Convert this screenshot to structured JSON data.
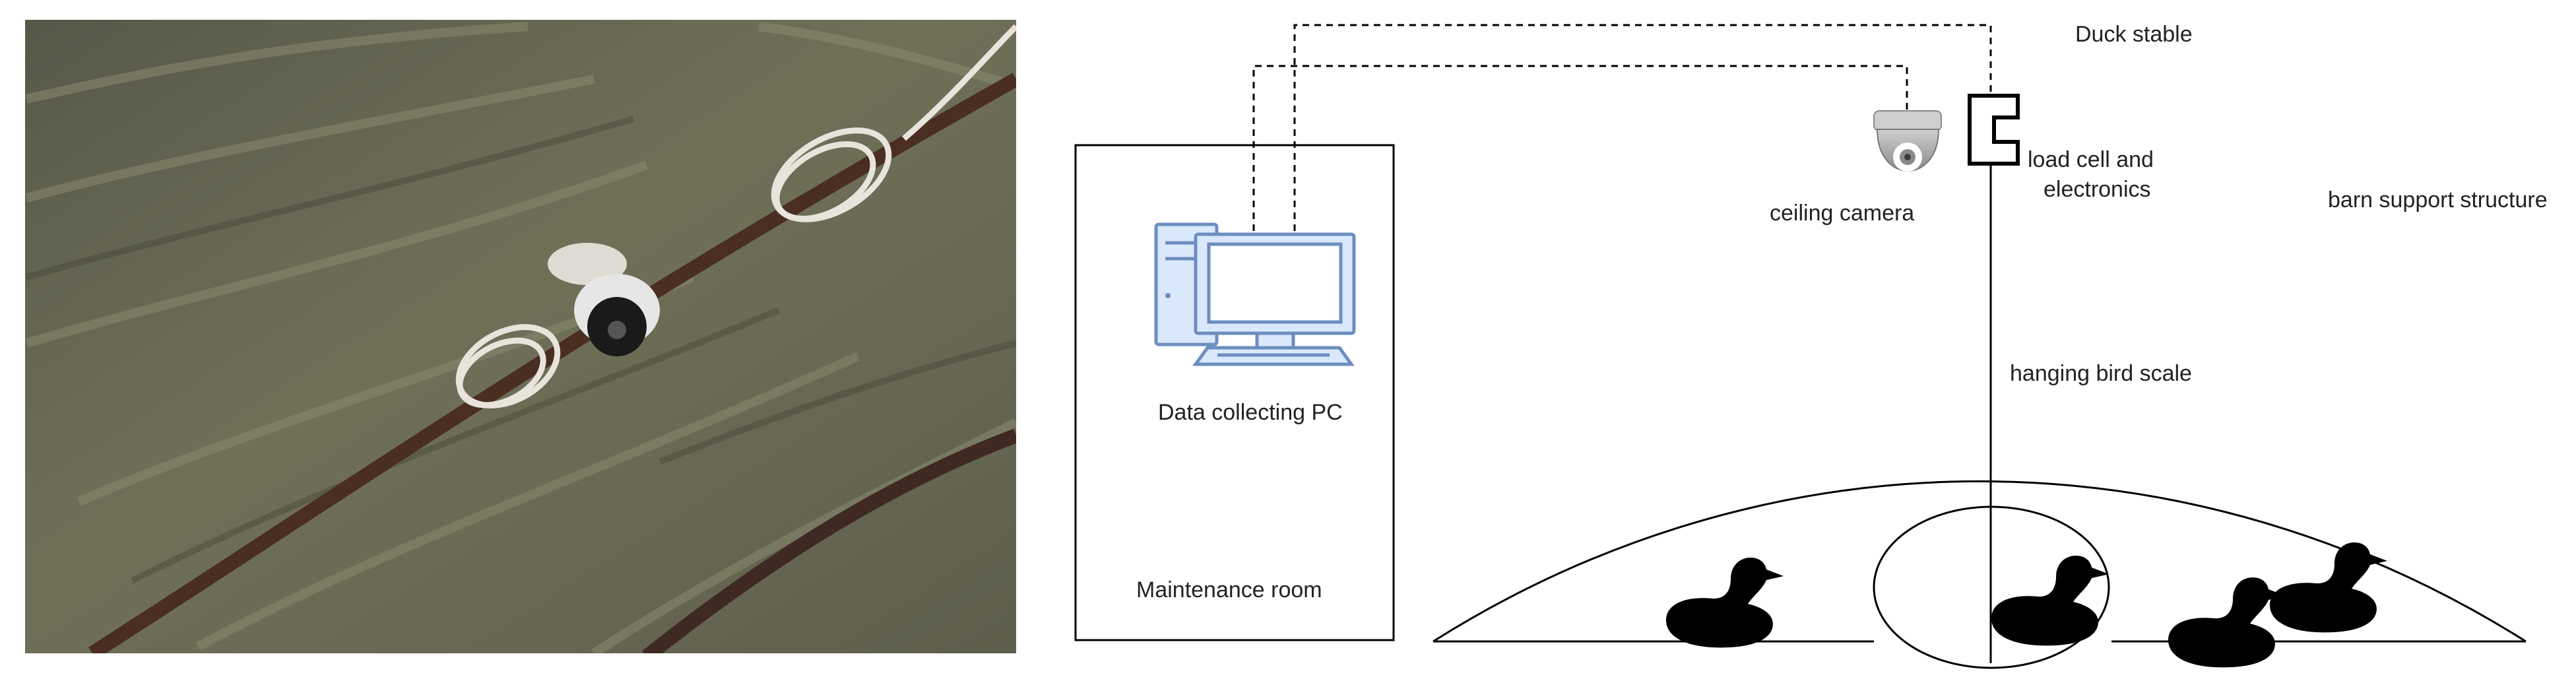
{
  "photo": {
    "subject": "ceiling-mounted dome camera and coiled cables on barn arch"
  },
  "diagram": {
    "labels": {
      "duck_stable": "Duck stable",
      "ceiling_camera": "ceiling camera",
      "load_cell_line1": "load cell and",
      "load_cell_line2": "electronics",
      "barn_support": "barn support structure",
      "hanging_scale": "hanging bird scale",
      "pc": "Data collecting PC",
      "maintenance_room": "Maintenance room"
    },
    "icons": {
      "pc": "desktop-computer-icon",
      "camera": "dome-camera-icon",
      "load_cell": "load-cell-icon",
      "duck": "duck-icon"
    },
    "colors": {
      "pc_fill": "#dae8fc",
      "pc_stroke": "#6c8ebf",
      "camera_body": "#b3b3b3",
      "line": "#000000",
      "photo_fabric": "#6b6a55"
    }
  }
}
